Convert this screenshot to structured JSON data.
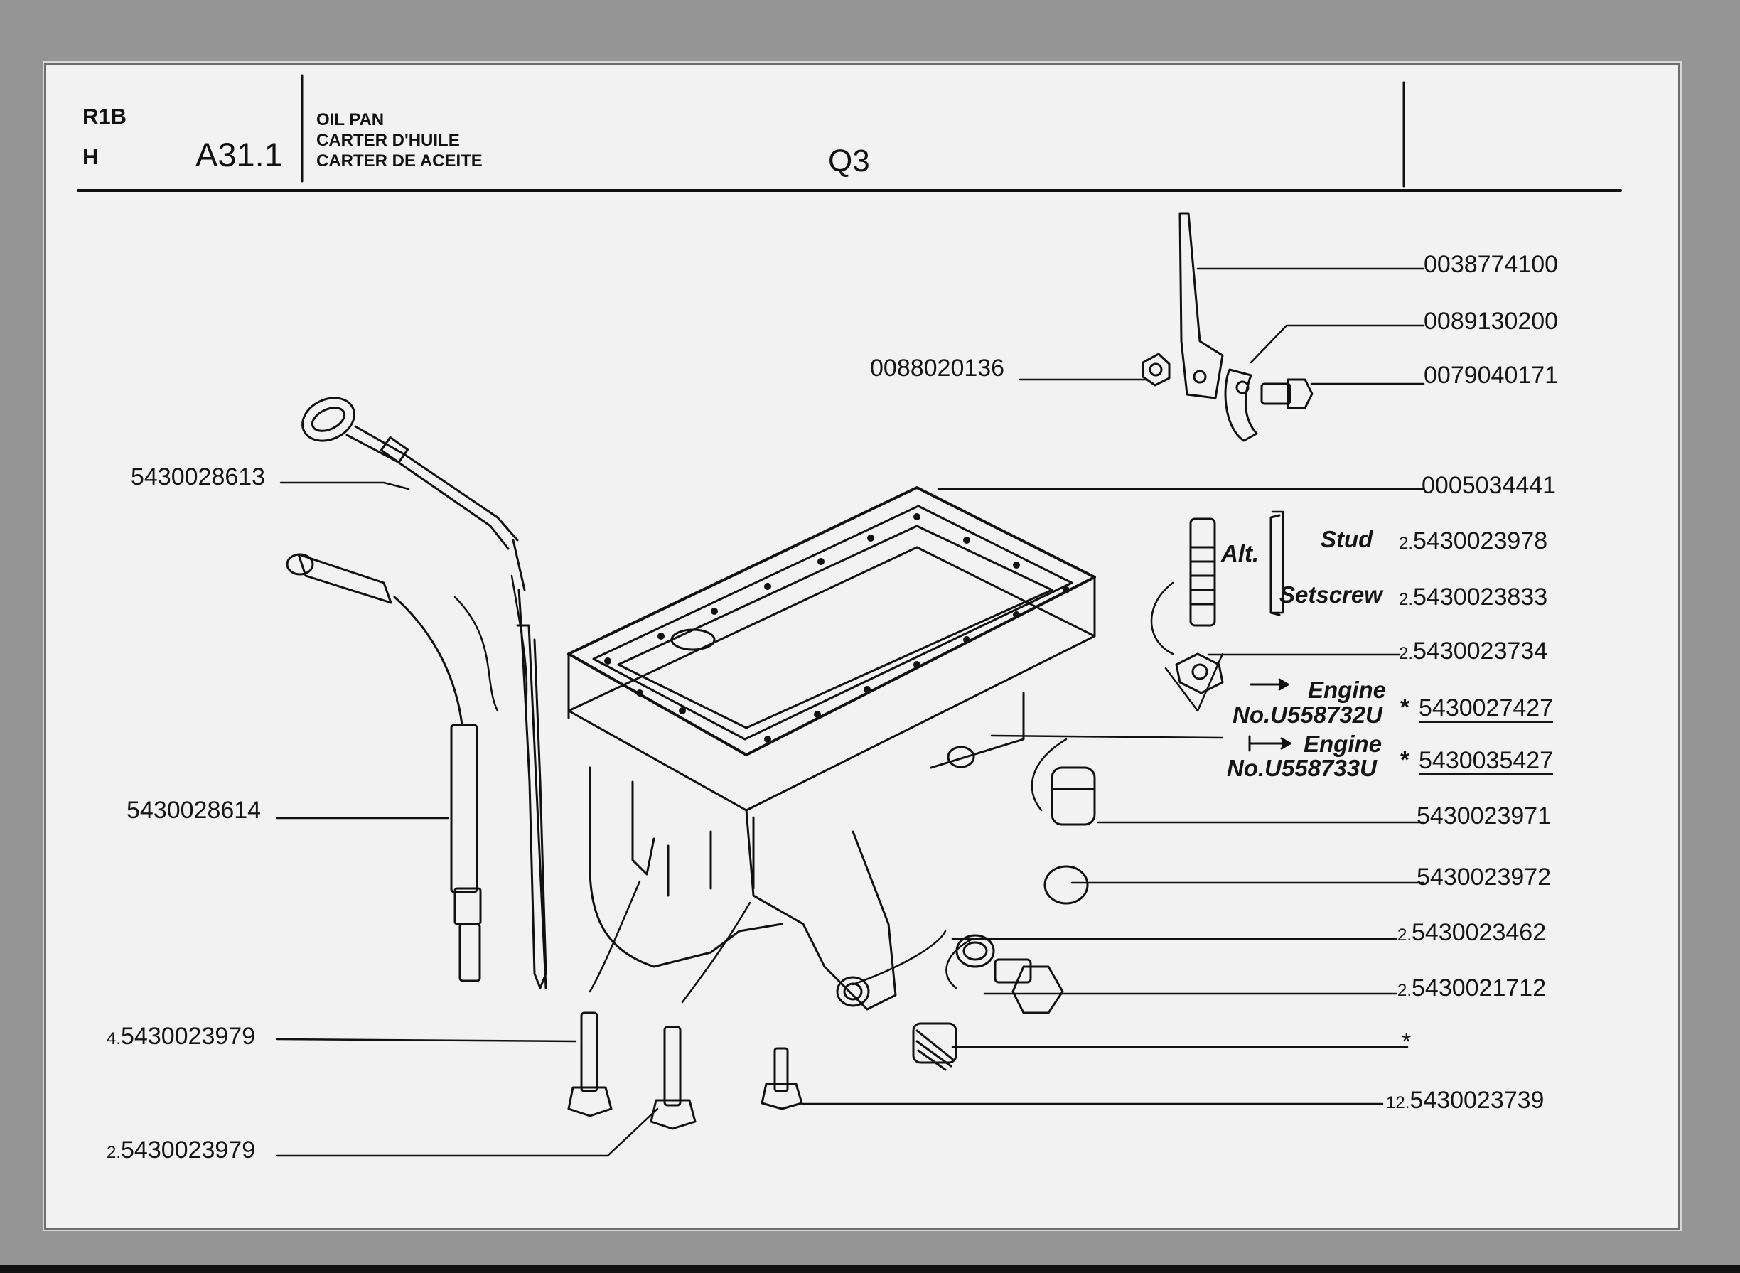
{
  "header": {
    "model": "R1B",
    "engine": "H",
    "section": "A31.1",
    "title_lines": [
      "OIL PAN",
      "CARTER D'HUILE",
      "CARTER DE ACEITE"
    ],
    "group": "Q3"
  },
  "parts": [
    {
      "id": "p1",
      "prefix": "",
      "number": "0038774100"
    },
    {
      "id": "p2",
      "prefix": "",
      "number": "0089130200"
    },
    {
      "id": "p3",
      "prefix": "",
      "number": "0088020136"
    },
    {
      "id": "p4",
      "prefix": "",
      "number": "0079040171"
    },
    {
      "id": "p5",
      "prefix": "",
      "number": "5430028613"
    },
    {
      "id": "p6",
      "prefix": "",
      "number": "0005034441"
    },
    {
      "id": "p7",
      "prefix": "2.",
      "number": "5430023978"
    },
    {
      "id": "p8",
      "prefix": "2.",
      "number": "5430023833"
    },
    {
      "id": "p9",
      "prefix": "2.",
      "number": "5430023734"
    },
    {
      "id": "p10",
      "prefix": "",
      "number": "5430027427"
    },
    {
      "id": "p11",
      "prefix": "",
      "number": "5430035427"
    },
    {
      "id": "p12",
      "prefix": "",
      "number": "5430028614"
    },
    {
      "id": "p13",
      "prefix": "",
      "number": "5430023971"
    },
    {
      "id": "p14",
      "prefix": "",
      "number": "5430023972"
    },
    {
      "id": "p15",
      "prefix": "2.",
      "number": "5430023462"
    },
    {
      "id": "p16",
      "prefix": "2.",
      "number": "5430021712"
    },
    {
      "id": "p17",
      "prefix": "4.",
      "number": "5430023979"
    },
    {
      "id": "p18",
      "prefix": "",
      "number": "*"
    },
    {
      "id": "p19",
      "prefix": "12.",
      "number": "5430023739"
    },
    {
      "id": "p20",
      "prefix": "2.",
      "number": "5430023979"
    }
  ],
  "notes": {
    "alt": "Alt.",
    "stud": "Stud",
    "setscrew": "Setscrew",
    "engine": "Engine",
    "engine_no_1": "No.U558732U",
    "engine_no_2": "No.U558733U",
    "asterisk": "*"
  }
}
